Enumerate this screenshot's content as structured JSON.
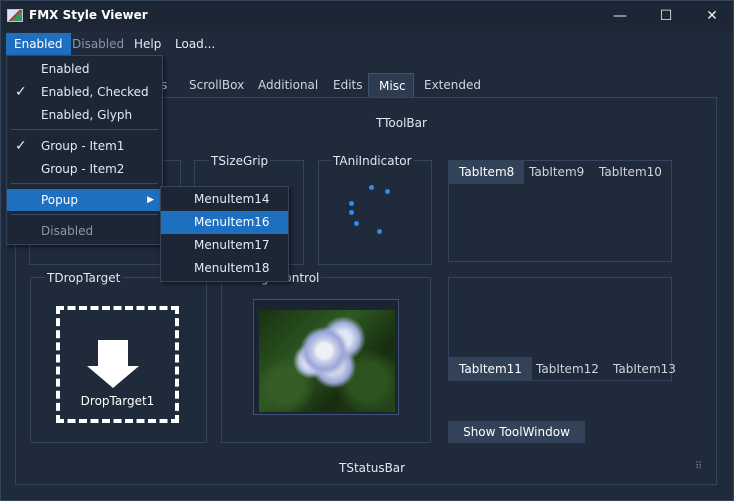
{
  "window": {
    "title": "FMX Style Viewer",
    "controls": {
      "minimize": "—",
      "maximize": "☐",
      "close": "✕"
    }
  },
  "menubar": {
    "items": [
      {
        "label": "Enabled"
      },
      {
        "label": "Disabled"
      },
      {
        "label": "Help"
      },
      {
        "label": "Load..."
      }
    ]
  },
  "tabs": {
    "items": [
      {
        "label": "s"
      },
      {
        "label": "ScrollBox"
      },
      {
        "label": "Additional"
      },
      {
        "label": "Edits"
      },
      {
        "label": "Misc"
      },
      {
        "label": "Extended"
      }
    ],
    "active": "Misc"
  },
  "misc": {
    "toolbar_label": "TToolBar",
    "sizegrip_label": "TSizeGrip",
    "aniindicator_label": "TAniIndicator",
    "droptarget_label": "TDropTarget",
    "droptarget_caption": "DropTarget1",
    "imagecontrol_label": "geControl",
    "statusbar_label": "TStatusBar",
    "button_label": "Show ToolWindow",
    "tabcontrol1": [
      "TabItem8",
      "TabItem9",
      "TabItem10"
    ],
    "tabcontrol2": [
      "TabItem11",
      "TabItem12",
      "TabItem13"
    ]
  },
  "dropdown": {
    "items": [
      {
        "label": "Enabled"
      },
      {
        "label": "Enabled, Checked"
      },
      {
        "label": "Enabled, Glyph"
      },
      {
        "label": "Group - Item1"
      },
      {
        "label": "Group - Item2"
      },
      {
        "label": "Popup"
      },
      {
        "label": "Disabled"
      }
    ],
    "check_glyph": "✓",
    "submenu_glyph": "▶"
  },
  "submenu": {
    "items": [
      {
        "label": "MenuItem14"
      },
      {
        "label": "MenuItem16"
      },
      {
        "label": "MenuItem17"
      },
      {
        "label": "MenuItem18"
      }
    ]
  },
  "colors": {
    "accent": "#1e6fbf",
    "background": "#1f2a3a",
    "indicator": "#2b8ff0"
  }
}
